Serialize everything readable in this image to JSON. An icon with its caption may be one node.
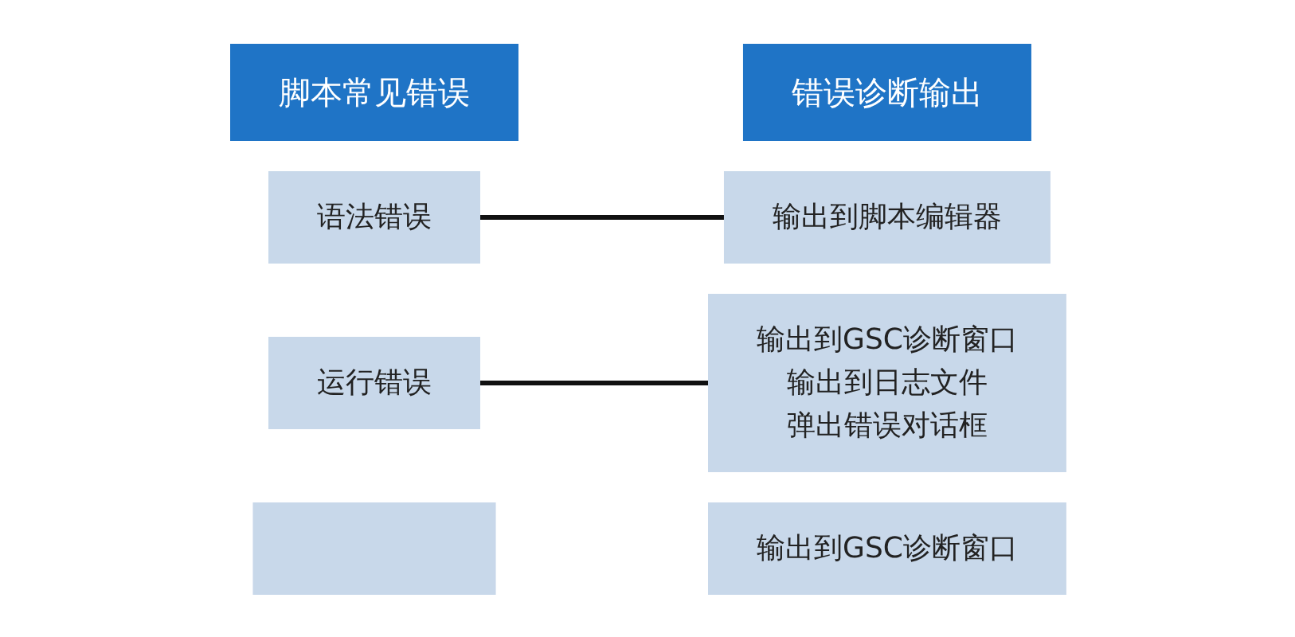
{
  "diagram": {
    "nodes": [
      {
        "text": [
          "脚本常见错误"
        ]
      },
      {
        "text": [
          "错误诊断输出"
        ]
      },
      {
        "text": [
          "语法错误"
        ]
      },
      {
        "text": [
          "输出到脚本编辑器"
        ]
      },
      {
        "text": [
          "运行错误"
        ]
      },
      {
        "text": [
          "输出到GSC诊断窗口",
          "输出到日志文件",
          "弹出错误对话框"
        ]
      },
      {
        "text": [],
        "shape": "box"
      },
      {
        "text": [
          "输出到GSC诊断窗口"
        ]
      }
    ],
    "edges": [
      {
        "from": 2,
        "to": 3,
        "arrow": "none"
      },
      {
        "from": 4,
        "to": 5,
        "arrow": "none"
      }
    ]
  }
}
